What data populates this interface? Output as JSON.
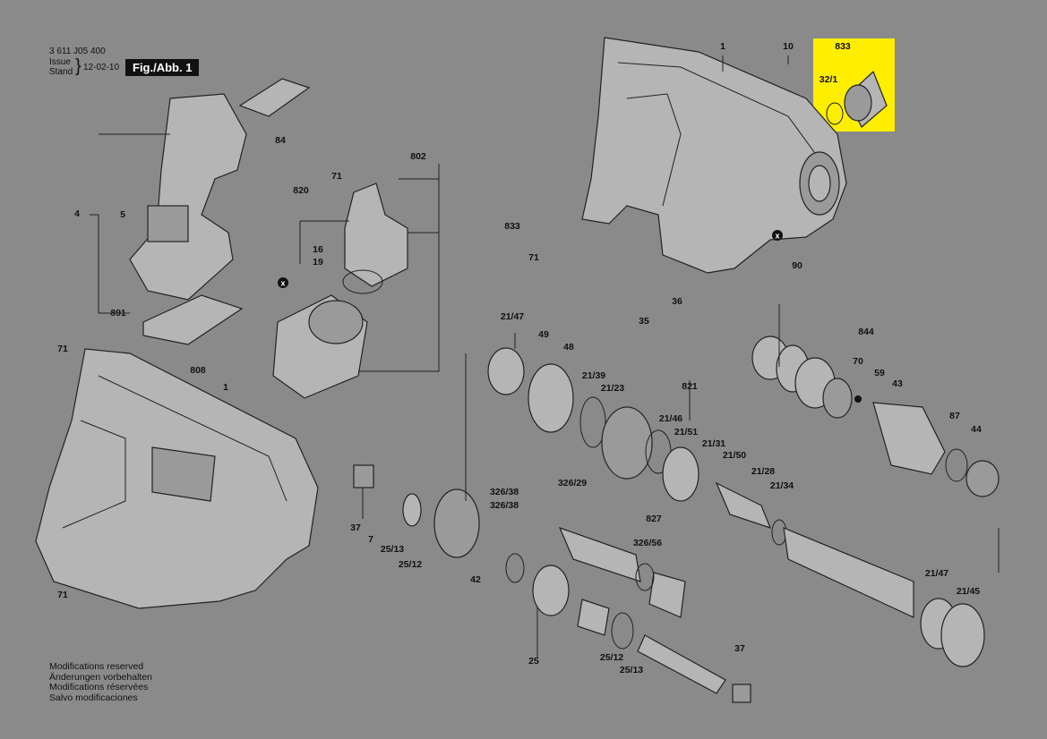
{
  "header": {
    "doc_number": "3 611 J05 400",
    "issue_label_1": "Issue",
    "issue_label_2": "Stand",
    "issue_date": "12-02-10",
    "figure_label": "Fig./Abb. 1"
  },
  "notes": [
    "Modifications reserved",
    "Änderungen vorbehalten",
    "Modifications réservées",
    "Salvo modificaciones"
  ],
  "highlight": {
    "color": "#ffee00",
    "labels": [
      "833",
      "32/1"
    ]
  },
  "parts": [
    "1",
    "10",
    "833",
    "32/1",
    "84",
    "4",
    "802",
    "71",
    "820",
    "5",
    "16",
    "19",
    "891",
    "833",
    "71",
    "90",
    "36",
    "35",
    "71",
    "808",
    "1",
    "21/47",
    "49",
    "48",
    "21/39",
    "21/23",
    "821",
    "844",
    "70",
    "59",
    "43",
    "87",
    "44",
    "21/46",
    "21/51",
    "21/31",
    "21/50",
    "21/28",
    "21/34",
    "326/29",
    "326/38",
    "326/38",
    "827",
    "326/56",
    "37",
    "7",
    "25/13",
    "25/12",
    "42",
    "25",
    "25/12",
    "25/13",
    "37",
    "21/47",
    "21/45",
    "71"
  ],
  "callout_symbols": [
    "x",
    "x"
  ]
}
